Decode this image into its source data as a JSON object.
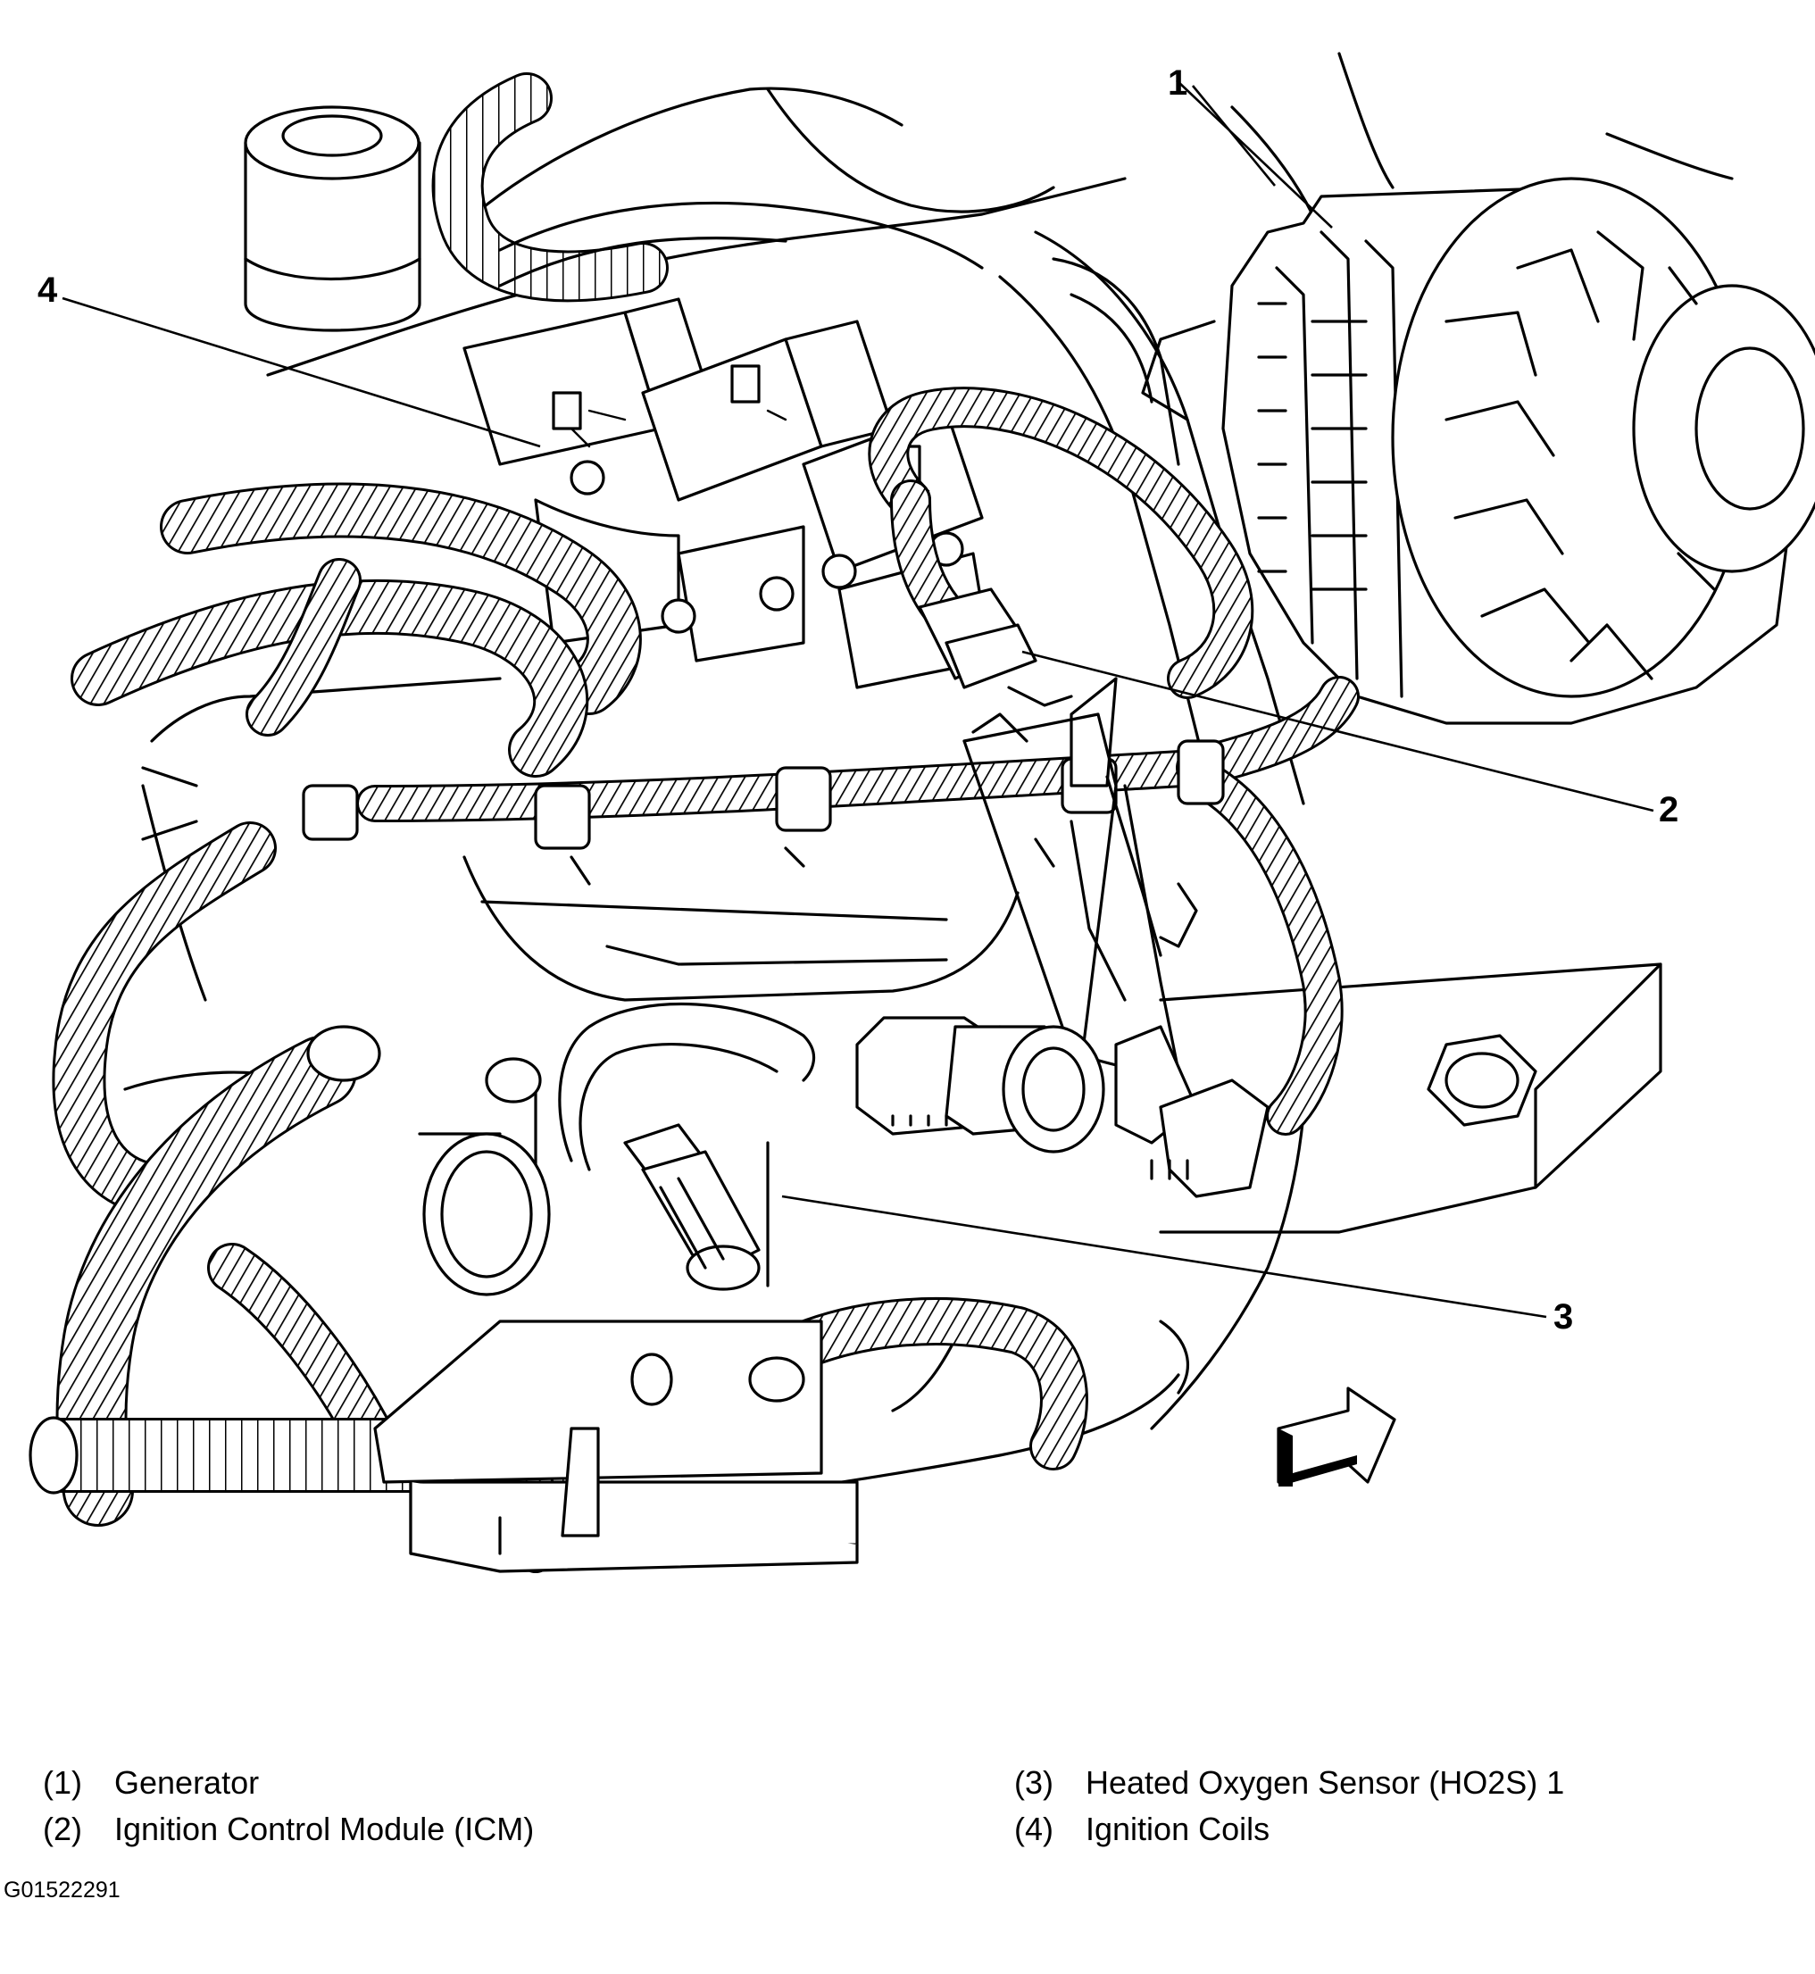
{
  "figure_id": "G01522291",
  "callouts": [
    "1",
    "2",
    "3",
    "4"
  ],
  "legend": [
    {
      "number": "(1)",
      "label": "Generator"
    },
    {
      "number": "(2)",
      "label": "Ignition Control Module (ICM)"
    },
    {
      "number": "(3)",
      "label": "Heated Oxygen Sensor (HO2S) 1"
    },
    {
      "number": "(4)",
      "label": "Ignition Coils"
    }
  ],
  "direction_arrow_icon": "front-direction-arrow-icon"
}
